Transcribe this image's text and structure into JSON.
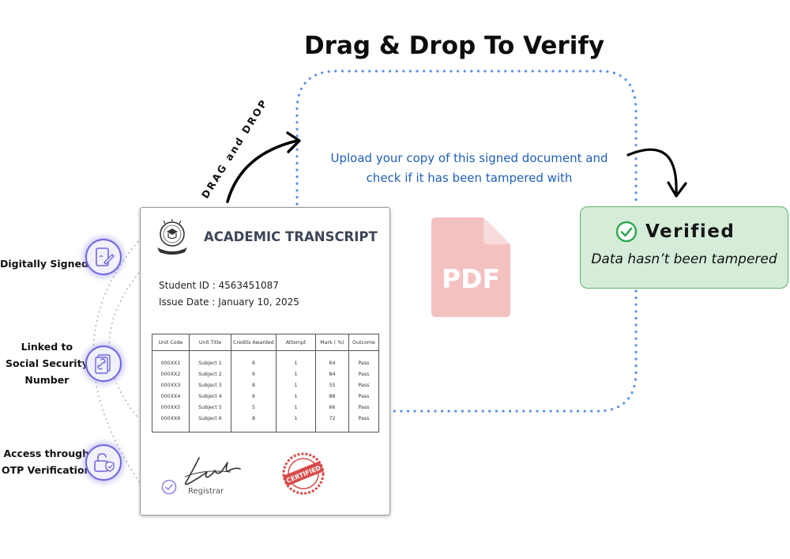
{
  "title": "Drag & Drop To Verify",
  "drag_hint": "DRAG and DROP",
  "instruction": {
    "line1": "Upload your copy of this signed document and",
    "line2": "check if it has been tampered with"
  },
  "pdf_icon_label": "PDF",
  "verified": {
    "label": "Verified",
    "subtitle": "Data hasn’t been tampered"
  },
  "document": {
    "heading": "ACADEMIC TRANSCRIPT",
    "student_id": "Student ID : 4563451087",
    "issue_date": "Issue Date : January 10, 2025",
    "table": {
      "headers": [
        "Unit Code",
        "Unit Title",
        "Credits Awarded",
        "Attempt",
        "Mark ( %)",
        "Outcome"
      ],
      "rows": [
        [
          "000XX1",
          "Subject 1",
          "6",
          "1",
          "64",
          "Pass"
        ],
        [
          "000XX2",
          "Subject 2",
          "6",
          "1",
          "84",
          "Pass"
        ],
        [
          "000XX3",
          "Subject 3",
          "8",
          "1",
          "55",
          "Pass"
        ],
        [
          "000XX4",
          "Subject 4",
          "6",
          "1",
          "88",
          "Pass"
        ],
        [
          "000XX5",
          "Subject 5",
          "5",
          "1",
          "66",
          "Pass"
        ],
        [
          "000XX6",
          "Subject 6",
          "8",
          "1",
          "72",
          "Pass"
        ]
      ]
    },
    "registrar": "Registrar",
    "seal_text": "CERTIFIED"
  },
  "features": [
    {
      "label": "Digitally Signed",
      "icon": "digital-signature-icon"
    },
    {
      "label": "Linked to\nSocial Security\nNumber",
      "icon": "linked-document-icon"
    },
    {
      "label": "Access through\nOTP Verification",
      "icon": "unlock-shield-icon"
    }
  ],
  "colors": {
    "dotted_path": "#5b93e6",
    "instruction_text": "#1f5fb8",
    "pdf_icon": "#f4c1c1",
    "verified_bg": "#d5ecd9",
    "verified_border": "#5bb56a",
    "check_green": "#2fa84f",
    "feature_ring": "#7067df",
    "seal_red": "#d94a4a"
  }
}
